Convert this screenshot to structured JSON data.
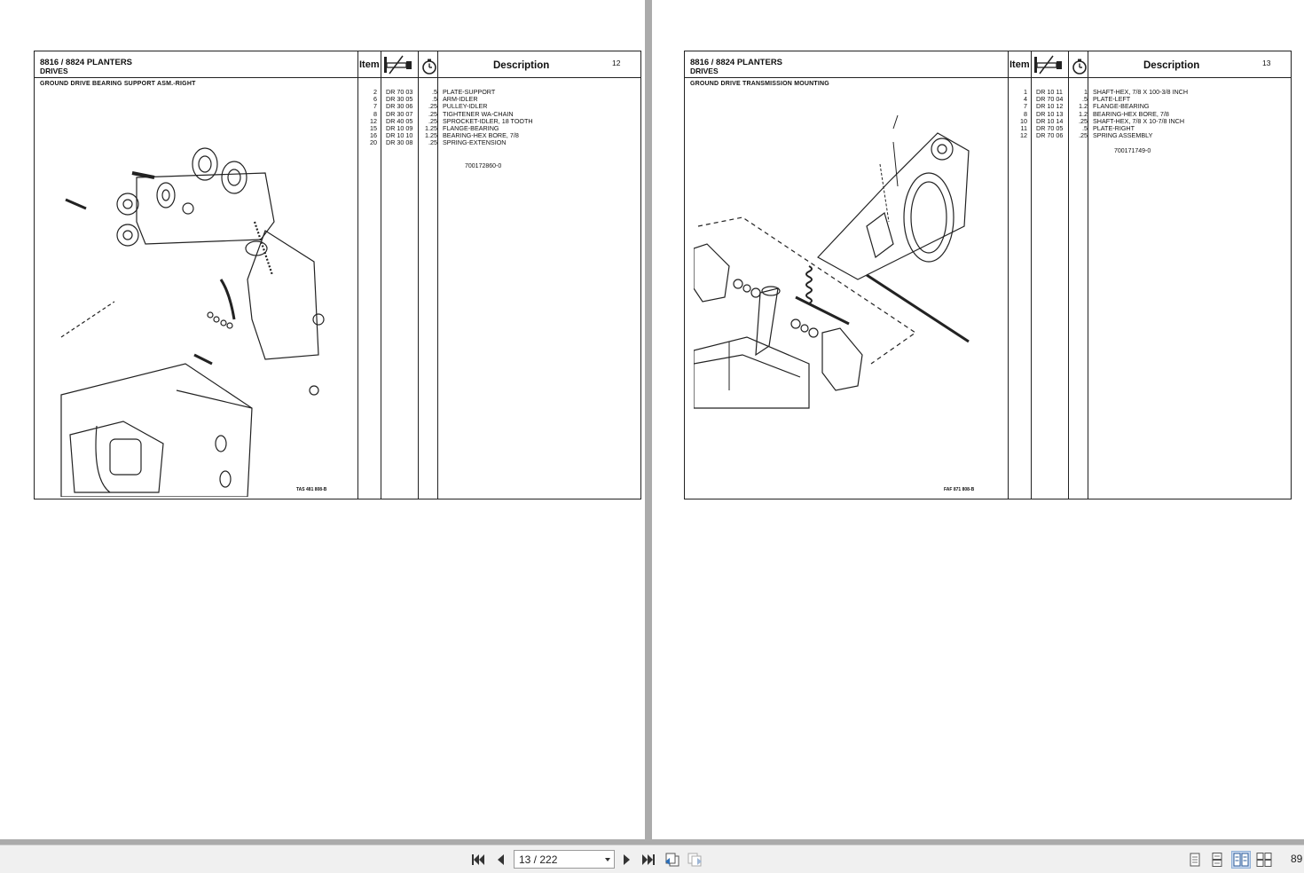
{
  "left_page": {
    "title": "8816 / 8824 PLANTERS",
    "section": "DRIVES",
    "page_number": "12",
    "subtitle": "GROUND DRIVE BEARING SUPPORT ASM.-RIGHT",
    "col_item": "Item",
    "col_description": "Description",
    "rows": [
      {
        "item": "2",
        "part": "DR 70 03",
        "qty": ".5",
        "desc": "PLATE-SUPPORT"
      },
      {
        "item": "6",
        "part": "DR 30 05",
        "qty": ".5",
        "desc": "ARM-IDLER"
      },
      {
        "item": "7",
        "part": "DR 30 06",
        "qty": ".25",
        "desc": "PULLEY-IDLER"
      },
      {
        "item": "8",
        "part": "DR 30 07",
        "qty": ".25",
        "desc": "TIGHTENER WA-CHAIN"
      },
      {
        "item": "12",
        "part": "DR 40 05",
        "qty": ".25",
        "desc": "SPROCKET-IDLER, 18 TOOTH"
      },
      {
        "item": "15",
        "part": "DR 10 09",
        "qty": "1.25",
        "desc": "FLANGE-BEARING"
      },
      {
        "item": "16",
        "part": "DR 10 10",
        "qty": "1.25",
        "desc": "BEARING-HEX BORE, 7/8"
      },
      {
        "item": "20",
        "part": "DR 30 08",
        "qty": ".25",
        "desc": "SPRING-EXTENSION"
      }
    ],
    "ref_number": "700172860-0",
    "figure_code": "TAS 481 808-B"
  },
  "right_page": {
    "title": "8816 / 8824 PLANTERS",
    "section": "DRIVES",
    "page_number": "13",
    "subtitle": "GROUND DRIVE TRANSMISSION MOUNTING",
    "col_item": "Item",
    "col_description": "Description",
    "rows": [
      {
        "item": "1",
        "part": "DR 10 11",
        "qty": "1",
        "desc": "SHAFT-HEX, 7/8 X 100-3/8 INCH"
      },
      {
        "item": "4",
        "part": "DR 70 04",
        "qty": ".5",
        "desc": "PLATE-LEFT"
      },
      {
        "item": "7",
        "part": "DR 10 12",
        "qty": "1.2",
        "desc": "FLANGE-BEARING"
      },
      {
        "item": "8",
        "part": "DR 10 13",
        "qty": "1.2",
        "desc": "BEARING-HEX BORE, 7/8"
      },
      {
        "item": "10",
        "part": "DR 10 14",
        "qty": ".25",
        "desc": "SHAFT-HEX, 7/8 X 10-7/8 INCH"
      },
      {
        "item": "11",
        "part": "DR 70 05",
        "qty": ".5",
        "desc": "PLATE-RIGHT"
      },
      {
        "item": "12",
        "part": "DR 70 06",
        "qty": ".25",
        "desc": "SPRING ASSEMBLY"
      }
    ],
    "ref_number": "700171749-0",
    "figure_code": "FAF 871 808-B"
  },
  "toolbar": {
    "page_indicator": "13 / 222",
    "zoom": "89",
    "icons": [
      "first-page-icon",
      "prev-page-icon",
      "next-page-icon",
      "last-page-icon",
      "previous-view-icon",
      "next-view-icon",
      "single-page-view-icon",
      "continuous-view-icon",
      "two-page-view-icon",
      "two-page-continuous-view-icon"
    ]
  },
  "colors": {
    "background": "#ababab",
    "toolbar": "#f0f0f0",
    "active_view": "#c9d9ef"
  }
}
